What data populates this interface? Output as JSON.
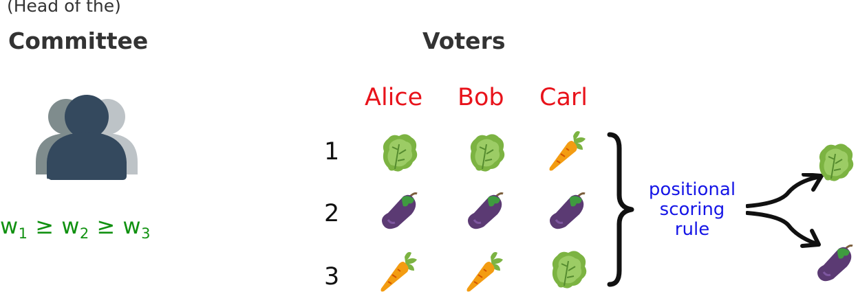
{
  "committee": {
    "head_note": "(Head of the)",
    "title": "Committee",
    "weights": [
      {
        "w": "w",
        "sub": "1"
      },
      {
        "op": "≥"
      },
      {
        "w": "w",
        "sub": "2"
      },
      {
        "op": "≥"
      },
      {
        "w": "w",
        "sub": "3"
      }
    ],
    "icon": "group-of-people-icon"
  },
  "voters": {
    "title": "Voters",
    "names": [
      "Alice",
      "Bob",
      "Carl"
    ],
    "ranks": [
      "1",
      "2",
      "3"
    ],
    "preferences": {
      "Alice": [
        "lettuce",
        "eggplant",
        "carrot"
      ],
      "Bob": [
        "lettuce",
        "eggplant",
        "carrot"
      ],
      "Carl": [
        "carrot",
        "eggplant",
        "lettuce"
      ]
    }
  },
  "rule": {
    "lines": [
      "positional",
      "scoring",
      "rule"
    ]
  },
  "outcomes": [
    "lettuce",
    "eggplant"
  ],
  "colors": {
    "voter_names": "#e8131b",
    "weights": "#119111",
    "rule_label": "#1515e6",
    "headings": "#333333",
    "people_front": "#34495e",
    "people_back_left": "#7f8c8d",
    "people_back_right": "#bdc3c7"
  }
}
